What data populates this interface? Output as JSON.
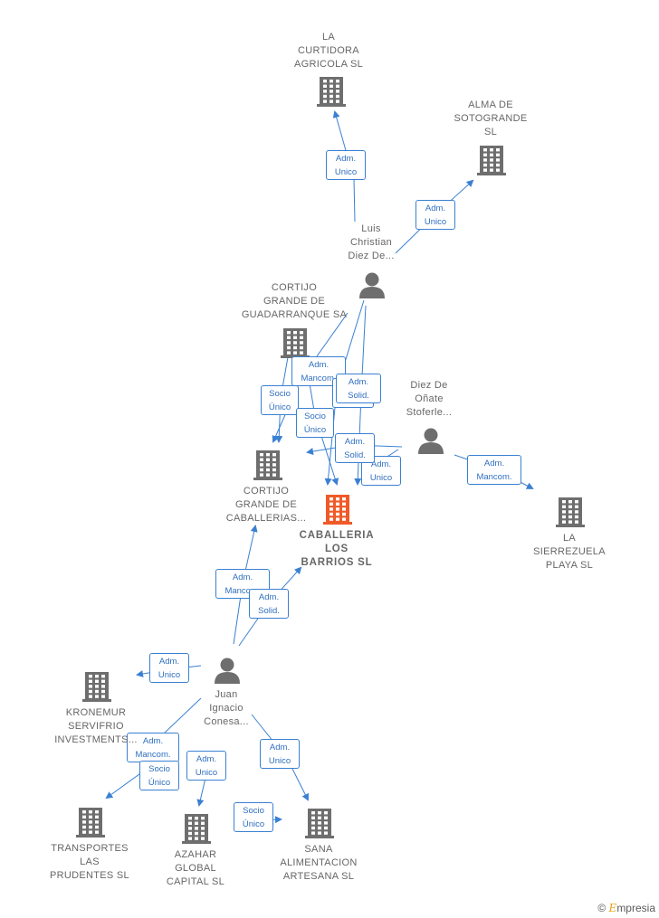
{
  "nodes": [
    {
      "id": "curtidora",
      "type": "company",
      "label": "LA\nCURTIDORA\nAGRICOLA SL"
    },
    {
      "id": "alma",
      "type": "company",
      "label": "ALMA DE\nSOTOGRANDE\nSL"
    },
    {
      "id": "luis",
      "type": "person",
      "label": "Luis\nChristian\nDiez De..."
    },
    {
      "id": "cortijo_guad",
      "type": "company",
      "label": "CORTIJO\nGRANDE DE\nGUADARRANQUE SA"
    },
    {
      "id": "diez",
      "type": "person",
      "label": "Diez De\nOñate\nStoferle..."
    },
    {
      "id": "cortijo_cab",
      "type": "company",
      "label": "CORTIJO\nGRANDE DE\nCABALLERIAS..."
    },
    {
      "id": "caballeria",
      "type": "company-main",
      "label": "CABALLERIA\nLOS\nBARRIOS SL"
    },
    {
      "id": "sierrezuela",
      "type": "company",
      "label": "LA\nSIERREZUELA\nPLAYA SL"
    },
    {
      "id": "juan",
      "type": "person",
      "label": "Juan\nIgnacio\nConesa..."
    },
    {
      "id": "kronemur",
      "type": "company",
      "label": "KRONEMUR\nSERVIFRIO\nINVESTMENTS..."
    },
    {
      "id": "transportes",
      "type": "company",
      "label": "TRANSPORTES\nLAS\nPRUDENTES SL"
    },
    {
      "id": "azahar",
      "type": "company",
      "label": "AZAHAR\nGLOBAL\nCAPITAL SL"
    },
    {
      "id": "sana",
      "type": "company",
      "label": "SANA\nALIMENTACION\nARTESANA SL"
    }
  ],
  "edges": [
    {
      "label": "Adm.\nUnico"
    },
    {
      "label": "Adm.\nUnico"
    },
    {
      "label": "Adm.\nMancom."
    },
    {
      "label": "Adm.\nSolid."
    },
    {
      "label": "Adm.\nSolid."
    },
    {
      "label": "Adm.\nUnico"
    },
    {
      "label": "Socio\nÚnico"
    },
    {
      "label": "Socio\nÚnico"
    },
    {
      "label": "Adm.\nSolid."
    },
    {
      "label": "Adm.\nMancom."
    },
    {
      "label": "Adm.\nMancom."
    },
    {
      "label": "Adm.\nSolid."
    },
    {
      "label": "Adm.\nUnico"
    },
    {
      "label": "Adm.\nMancom."
    },
    {
      "label": "Socio\nÚnico"
    },
    {
      "label": "Adm.\nUnico"
    },
    {
      "label": "Adm.\nUnico"
    },
    {
      "label": "Socio\nÚnico"
    }
  ],
  "colors": {
    "company": "#6e6e6e",
    "main": "#f05a28",
    "edge": "#3a80d2",
    "text": "#666666"
  },
  "footer": {
    "copyright": "©",
    "brand_initial": "E",
    "brand_rest": "mpresia"
  }
}
